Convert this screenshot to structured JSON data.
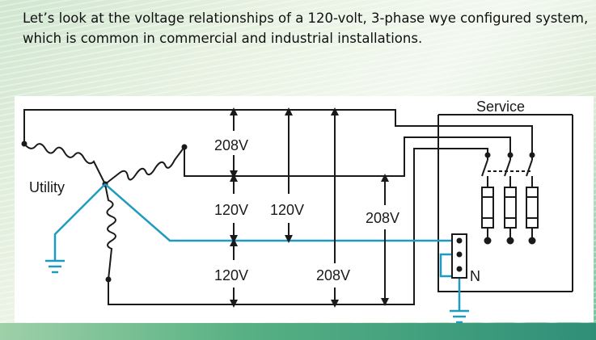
{
  "caption": "Let’s look at the voltage relationships of a 120-volt, 3-phase wye configured system, which is common in commercial and industrial installations.",
  "diagram": {
    "service_label": "Service",
    "utility_label": "Utility",
    "neutral_label": "N",
    "voltage_labels": {
      "line_to_line_top": "208V",
      "line_to_neutral_upper_left": "120V",
      "line_to_neutral_upper_mid": "120V",
      "line_to_line_right": "208V",
      "line_to_neutral_lower": "120V",
      "line_to_line_lower": "208V"
    },
    "colors": {
      "wire": "#1a1a1a",
      "neutral_wire": "#1f9bc0"
    }
  }
}
